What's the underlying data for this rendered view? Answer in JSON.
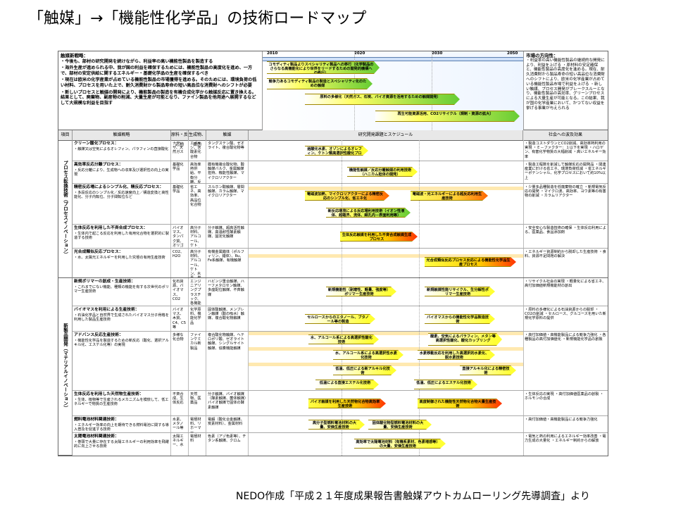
{
  "page": {
    "title": "「触媒」→「機能性化学品」の技術ロードマップ",
    "footer": "NEDO作成「平成２１年度成果報告書触媒アウトカムローリング先導調査」より"
  },
  "summary_left": {
    "heading": "触媒新戦略：",
    "paragraphs": [
      "・今後も、部材の研究開発を続けながら、利益率の高い機能性製品を製造する",
      "・海外生産が進められる中、我が国の利益を確保するためには、機能性製品の高度化を進め、一方で、部材の安定供給に関するエネルギー・基礎化学品の生産を確保するべき",
      "・現在は欧米の化学産業が占めている機能性製品の市場獲得を進める。そのためには、環境負荷の低い材料、プロセスを用いた上で、耐久消費財から製品寿命の短い高品位な消費財へのシフトが必要",
      "・新しいプロセスと触媒の開発により、機能製品の製造を有機合成化学から触媒反応に置き換える。結果として、廃棄物、副産物の削減、大量生産が可能となり、ファイン製品を他用途へ展開するなどして大規模な利益を目指す"
    ]
  },
  "summary_right": {
    "heading": "市場の方向性：",
    "text": "・利益率の高い機能性製品の継続的な開発により、利益を上げる ・原材料の安定確保と、機能性製品の高度化を進める。現在、耐久消費財から製品寿命の短い高品位な消費財へのシフトにより、欧米の化学産業が占めている機能性製品市場で利益を上げる ・新しい触媒、プロセス開発がブレークスルーとなり、機能性製品の高効率、グリーンプロセスによる大量生産が可能となる。この結果、我が国の化学産業において、かつてない収益を挙げる事業が与えられる"
  },
  "timeline": {
    "years": [
      "2010",
      "2020",
      "2030",
      "2050"
    ],
    "top_arrows": [
      "コモディティ製品よりスペシャリティ製品への移行（化学製品のさらなる高機能化により世界をリードするための開発的機構への移行）",
      "競争力あるコモディティ製品の製造とスペシャリティ化のための触媒",
      "原料の多様化（天然ガス、石炭、バイオ資源を活用するための触媒開発）",
      "再生可能資源活用、CO2リサイクル（規制・資源の拡大）"
    ]
  },
  "headers": {
    "item": "項目",
    "summary": "触媒概略",
    "feedstock": "原料・反応物",
    "product": "生成物、目的",
    "catalyst": "触媒",
    "schedule": "研究開発課題とスケジュール",
    "needs": "社会への波及効果"
  },
  "groups": [
    {
      "label": "プロセス転換技術（プロセスイノベーション）"
    },
    {
      "label": "新製品開発（マテリアルイノベーション）"
    }
  ],
  "rows": [
    {
      "name": "クリーン酸化プロセス：",
      "desc": "・触媒又は空気によるオレフィン、パラフィンの直接酸化",
      "feed": "ナフサ、天然ガス",
      "prod": "エポキシ、含酸素化合物",
      "cat": "タングステン酸、ゼオライト、複合酸化物等",
      "arrows": [
        "過酸化水素、オゾンによるオレフィン、ケトン類高選択性酸化プロセス"
      ],
      "effect": "・製造コストダウンとCO2削減、高効率熱利用の実現 ・Ｅ－ファクター：１以下を実現 ・ハロゲン、有害化学物質の大幅削減 ・高いエネルギー効率"
    },
    {
      "name": "高効率反応分離プロセス：",
      "desc": "・反応分離により、生成物への収率及び選択性の向上の実現",
      "feed": "基礎化学品",
      "prod": "高効率熱供給、平衡分離、反応分離・熱供給",
      "cat": "膜有機複合酸化物、酸触媒バルク、金属触媒担持、機能性触媒、マイクロリアクター",
      "arrows": [
        "機能性触媒／反応分離触媒の利用技術（ハニカム担体の開発）"
      ],
      "effect": "・製造工程数を削減して触媒反応の開発品 ・関連産業に於ける省エネ、環境負荷低減 ・省エネルギーポテンシャル、化学プロセスにおいて約10%以上"
    },
    {
      "name": "精密反応場によるシンプル化、精反応プロセス：",
      "desc": "・多段反応のシンプル化／反応速度向上／構造変換と高性能化、分子内転位、分子間転位など",
      "feed": "基礎化学品",
      "prod": "省エネ、高効率、高品位化合物",
      "cat": "スルホン酸触媒、層間触媒、カラム触媒、マイクロリアクター",
      "arrows": [
        "電磁波加熱、マイクロリアクターによる精密反応のシンプル化、省エネ化",
        "電磁波・光エネルギーによる超反応利用生産技術",
        "新反応環境による反応場利用技術（イオン性液体、超臨界、流体、細孔内－表面利用等）"
      ],
      "effect": "・少量多品種製造を低廃棄物の確立 ・新規電気反応の開発 ・マイクロ波、高効率、ヨウ素等の有害物の削減 ・カラムリアクター"
    },
    {
      "name": "生体反応を利用した不斉合成プロセス：",
      "desc": "・生体内で起こる反応を利用した有用化合物を選択的に製造する技術",
      "feed": "バイオマス、タンパク質、オリゴマー等",
      "prod": "高分子材料、アルコール、ケトン、含硫、光学活性体",
      "cat": "分子触媒、超高活性触媒、高温耐性酵素触媒、固定化触媒",
      "arrows": [
        "生体反応触媒を利用した不斉合成触媒生成プロセス"
      ],
      "effect": "・安全安心な製造技術の確保 ・生体反応利用による、医薬品、食品添加剤"
    },
    {
      "name": "光合成類似反応プロセス：",
      "desc": "・水、太陽光エネルギーを利用した究極の有用生産技術",
      "feed": "CO2、H2O",
      "prod": "高分子材料、アルコール、ケトン、水素、炭化水素化合物",
      "cat": "有機金属錯体（ポルフィリン、錯体）、Ru、Fe系触媒、有機触媒",
      "arrows": [
        "光合成類似反応プロセス反応による機能性化学品生産プロセス"
      ],
      "effect": "・エネルギー資源制約から脱却した生産技術 ・食料、資源不足問題の解決"
    },
    {
      "name": "新規ポリマーの創成・生産技術：",
      "desc": "・これまでにない機能、種類の機能を有する次世代のポリマー生産技術",
      "feed": "化石資源、バイオマス、CO2",
      "prod": "エンジニアリングプラスチック、各機能ポリマー等",
      "cat": "ハビンジ重合触媒、ハーフメタロセン触媒、多座配位触媒、不斉触媒",
      "arrows": [
        "新規機能性（耐磨性、軽量、強度等）ポリマー生産技術",
        "新規触媒性能リサイクル、生分解性ポリマー生産技術"
      ],
      "effect": "・リサイクル社会の実現 ・軽量化による省エネ、高付加価値新規機能材の創出"
    },
    {
      "name": "バイオマスを利用による生産技術：",
      "desc": "・石油化学品と自然界で生成されたバイオマス分子骨格を利用した製品生産技術",
      "feed": "バイオマス、木質、C4、C5等",
      "prod": "化学原料、機能化学品",
      "cat": "固体酸触媒、メンブレン触媒（酸の吸水）触媒、複合酸化物触媒",
      "arrows": [
        "セルロースからのエタノール、ブタノール等の製造",
        "バイオマスからの機能性化学品製造技術"
      ],
      "effect": "・原料の多様化による石油資源からの脱却 ・CO2の削減 ・セルロース、グルコースを用いた新規化学原料の提供"
    },
    {
      "name": "アドバンス反応生産技術：",
      "desc": "・機能性化学品を製造するための新反応（酸化、選択アルキル化、エステル化等）の実現",
      "feed": "多様な化合物",
      "prod": "ファインケミカル新製品",
      "cat": "複合酸化物触媒、ヘテロポリ酸、ゼオライト触媒、シングルサイト触媒、協奏機能触媒",
      "arrows": [
        "水、アルコール系による高選択性酸化技術",
        "酸素、空気によるパラフィン、メタン等高選択性酸化、酸化カップリング",
        "水、アルコール系による高選択性水素化技術",
        "水素移動反応を利用した高選択的水素化、脱水素技術",
        "直接アルキル化による精密技術",
        "低温、低圧による新アルキル化技術",
        "低温による直接エステル化技術",
        "低温、低圧によるエステル化技術"
      ],
      "effect": "・高付加価値・高機能製品による競争力強化 ・各種製品の高付加価値化 ・新規機能化学品の創製"
    },
    {
      "name": "生体反応を利用した天然物生産技術：",
      "desc": "・生体、植物等で生産されるメカニズムを模倣して、低エネルギーで物質の生産技術",
      "feed": "不斉合成、生体反応",
      "prod": "天然物、医薬品",
      "cat": "分子触媒、バイオ触媒（酵素触媒、菌体触媒）バイオ触媒で固体の酵素触媒",
      "arrows": [
        "バイオ触媒を利用した天然物化合物高効率生産技術",
        "高度制御された機能性天然物化合物大量生産技術"
      ],
      "effect": "・生体反応の実現 ・高付加価値医薬品の創製 ・ホルモンの合成"
    },
    {
      "name": "燃料電池材料関連技術：",
      "desc": "・エネルギー効率の向上を期待できる燃料電池に関する導入普及を促進する技術",
      "feed": "水素、メタノール等",
      "prod": "電極材料、リホーマー",
      "cat": "電解（酸化合金触媒、炭素材料）、金属材料",
      "arrows": [
        "高分子型燃料電池材料の大量、安価生産技術",
        "固体酸化物型燃料電池材料の大量、安価生産技術"
      ],
      "effect": "・高付加価値・高機能製品による競争力強化"
    },
    {
      "name": "太陽電池材料関連技術：",
      "desc": "・巻頭で大量に存在する太陽エネルギーの利用効率を飛躍的に向上させる技術",
      "feed": "太陽エネルギー、水",
      "prod": "電極材料",
      "cat": "色素（アゾ色素等）、チタン系触媒、クロム",
      "arrows": [
        "高効率で太陽電池材料（有機系素材、色素増感等）の大量、安価生産技術"
      ],
      "effect": "・電気と熱の利用によるエネルギー効率改善 ・電力生成の大量化 ・エネルギー制約からの解放"
    }
  ]
}
